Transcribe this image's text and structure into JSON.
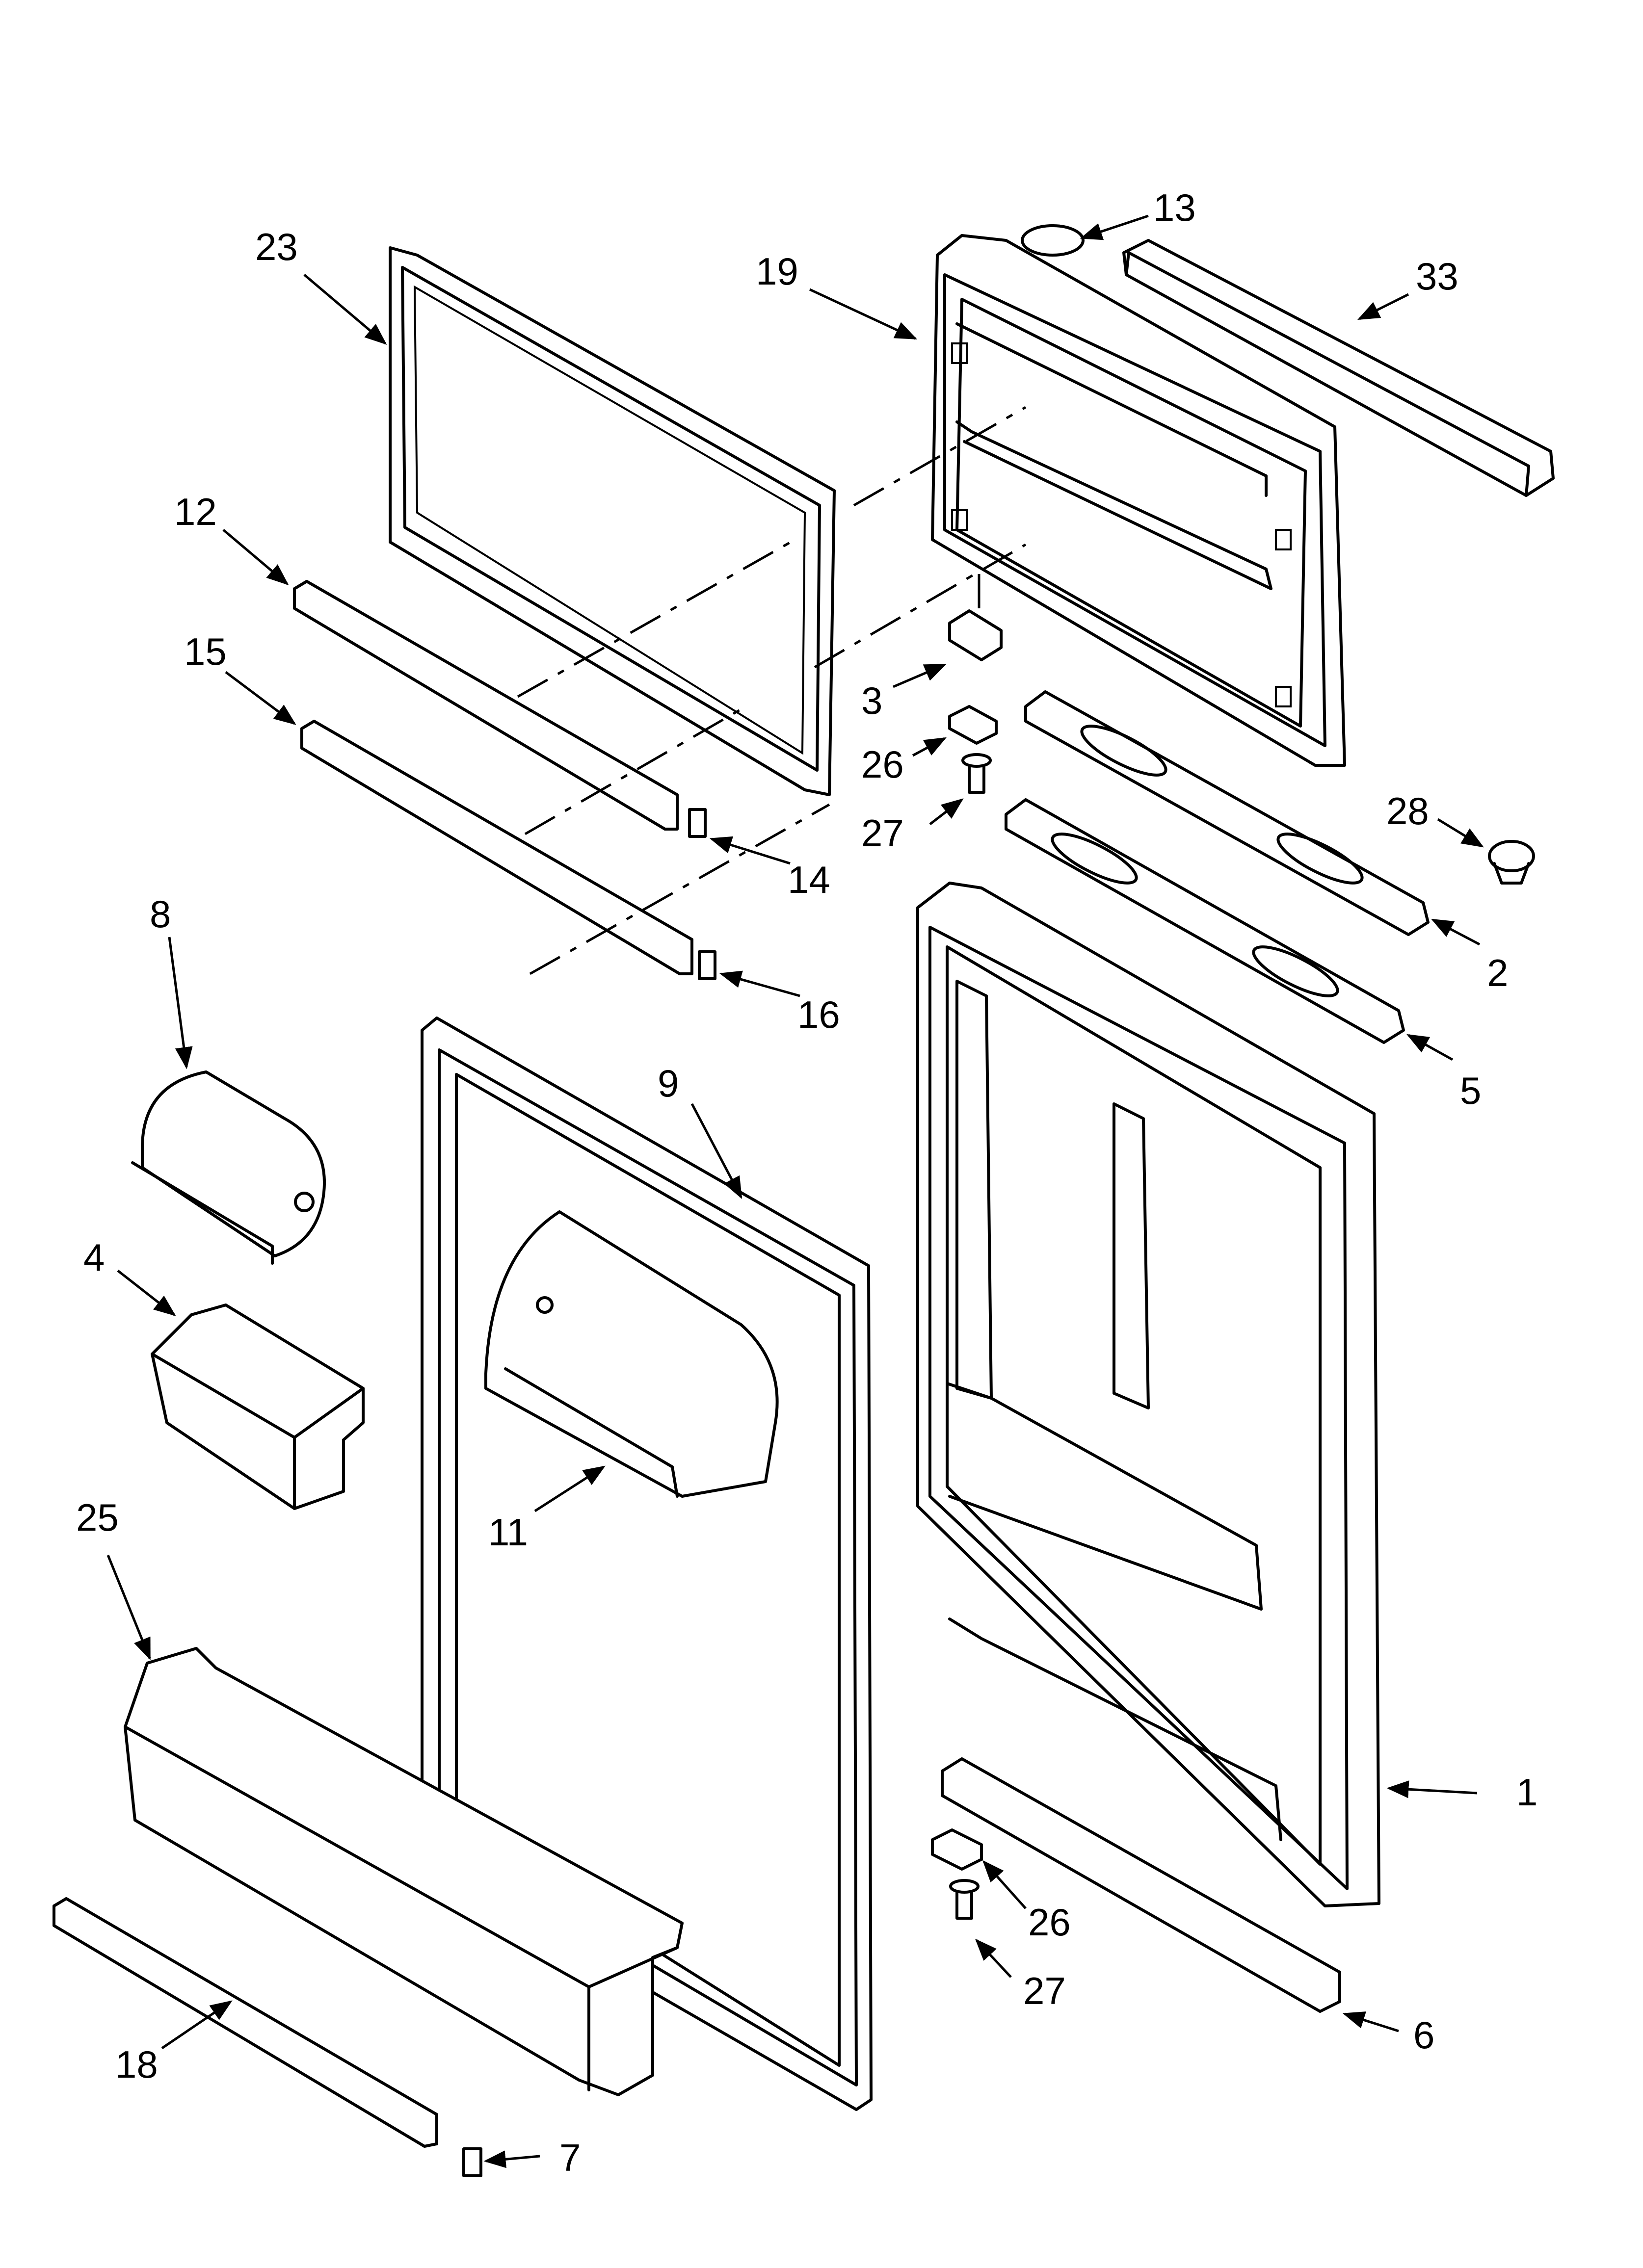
{
  "callouts": [
    "23",
    "19",
    "13",
    "33",
    "12",
    "15",
    "3",
    "26",
    "27",
    "28",
    "14",
    "16",
    "8",
    "2",
    "5",
    "9",
    "4",
    "11",
    "25",
    "1",
    "26",
    "27",
    "6",
    "18",
    "7"
  ],
  "colors": {
    "line": "#000000",
    "background": "#ffffff"
  }
}
